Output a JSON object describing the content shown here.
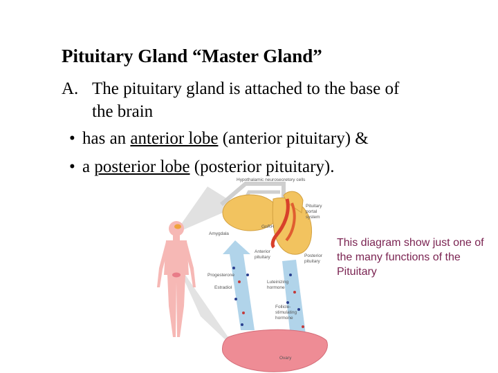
{
  "slide": {
    "title": "Pituitary Gland “Master Gland”",
    "point_a": {
      "label": "A.",
      "line1": "The pituitary gland is attached to the base of",
      "line2": "the brain"
    },
    "bullet_glyph": "•",
    "bullet1": {
      "pre": "has an ",
      "link": "anterior lobe",
      "post": " (anterior pituitary) &"
    },
    "bullet2": {
      "pre": "a ",
      "link": "posterior lobe",
      "post": " (posterior pituitary)."
    },
    "caption": [
      "This diagram show just one of",
      "the many functions of the",
      "Pituitary"
    ]
  },
  "diagram": {
    "labels": {
      "top": "Hypothalamic neurosecretory cells",
      "portal1": "Pituitary",
      "portal2": "portal",
      "portal3": "system",
      "amygdala": "Amygdala",
      "gnrh": "GnRH",
      "anterior1": "Anterior",
      "anterior2": "pituitary",
      "posterior1": "Posterior",
      "posterior2": "pituitary",
      "progesterone": "Progesterone",
      "estradiol": "Estradiol",
      "lh1": "Luteinizing",
      "lh2": "hormone",
      "fsh1": "Follicle-",
      "fsh2": "stimulating",
      "fsh3": "hormone",
      "ovary": "Ovary"
    },
    "colors": {
      "body": "#f6b8b5",
      "gland": "#f0c25c",
      "vessel": "#d8402a",
      "ovary": "#ee8c95",
      "arrow": "#a9cfe8",
      "caption": "#7b2452"
    }
  }
}
